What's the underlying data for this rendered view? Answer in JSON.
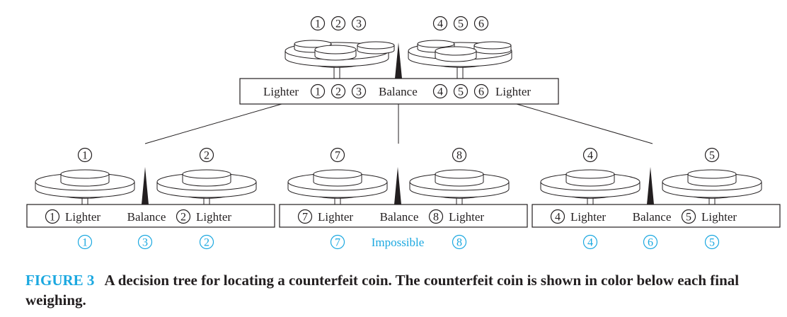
{
  "colors": {
    "ink": "#231f20",
    "accent": "#1ba8e0"
  },
  "top_weighing": {
    "left_coins": [
      "1",
      "2",
      "3"
    ],
    "right_coins": [
      "4",
      "5",
      "6"
    ],
    "left_label": "Lighter",
    "balance_label": "Balance",
    "right_label": "Lighter"
  },
  "weighings": [
    {
      "left_coin": "1",
      "right_coin": "2",
      "left_label": "Lighter",
      "balance_label": "Balance",
      "right_label": "Lighter",
      "results": [
        "1",
        "3",
        "2"
      ]
    },
    {
      "left_coin": "7",
      "right_coin": "8",
      "left_label": "Lighter",
      "balance_label": "Balance",
      "right_label": "Lighter",
      "results": [
        "7",
        "Impossible",
        "8"
      ]
    },
    {
      "left_coin": "4",
      "right_coin": "5",
      "left_label": "Lighter",
      "balance_label": "Balance",
      "right_label": "Lighter",
      "results": [
        "4",
        "6",
        "5"
      ]
    }
  ],
  "caption": {
    "label": "FIGURE 3",
    "text": "A decision tree for locating a counterfeit coin. The counterfeit coin is shown in color below each final weighing."
  }
}
